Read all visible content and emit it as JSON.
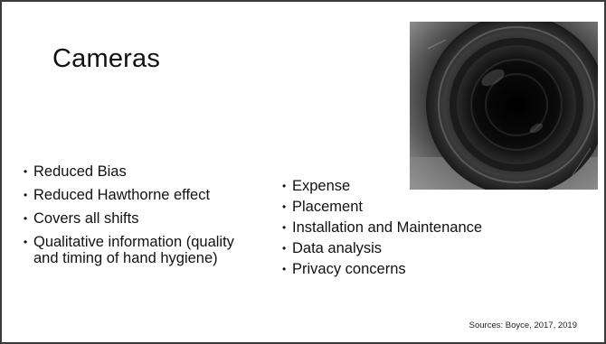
{
  "slide": {
    "title": "Cameras",
    "image_alt": "camera lens",
    "left_bullets": [
      "Reduced Bias",
      "Reduced Hawthorne effect",
      "Covers all shifts",
      "Qualitative information (quality and timing of hand hygiene)"
    ],
    "right_bullets": [
      "Expense",
      "Placement",
      "Installation and Maintenance",
      "Data analysis",
      "Privacy concerns"
    ],
    "bullet_char": "•",
    "sources": "Sources: Boyce, 2017, 2019"
  }
}
